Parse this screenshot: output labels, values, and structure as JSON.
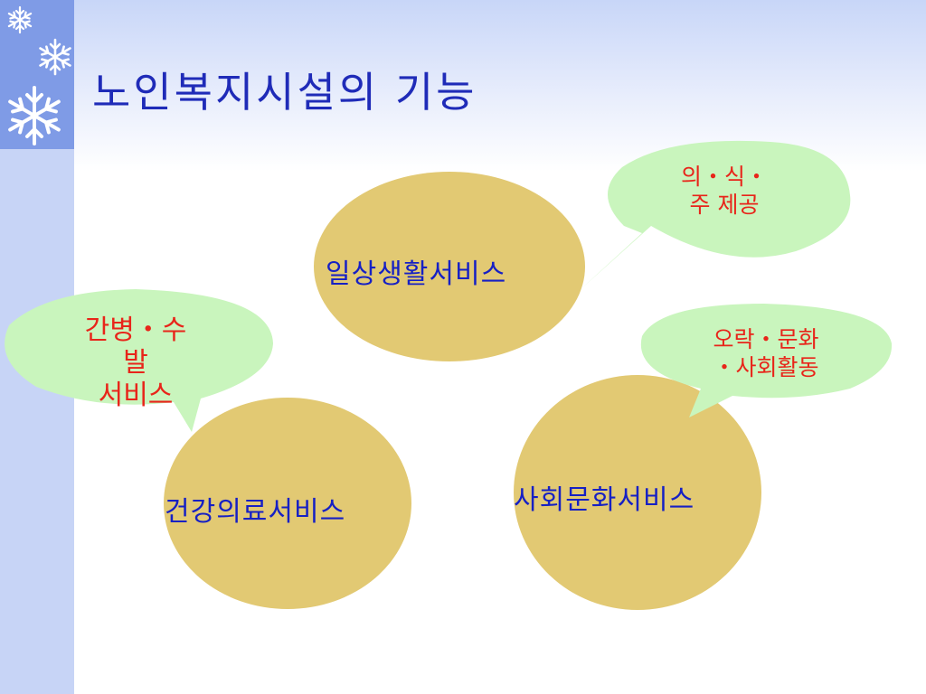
{
  "title": "노인복지시설의 기능",
  "services": {
    "daily": "일상생활서비스",
    "health": "건강의료서비스",
    "social": "사회문화서비스"
  },
  "callouts": {
    "daily": [
      "의・식・",
      "주 제공"
    ],
    "health": [
      "간병・수",
      "발",
      "서비스"
    ],
    "social": [
      "오락・문화",
      "・사회활동"
    ]
  },
  "colors": {
    "title": "#1f2bb8",
    "oval_fill": "#e2c973",
    "callout_fill": "#c9f5bd",
    "service_text": "#1620c4",
    "callout_text": "#e8251a",
    "side_bar": "#c7d4f6",
    "side_bar_top": "#7f9be6"
  },
  "icons": [
    "snowflake-icon",
    "snowflake-icon",
    "snowflake-icon"
  ]
}
